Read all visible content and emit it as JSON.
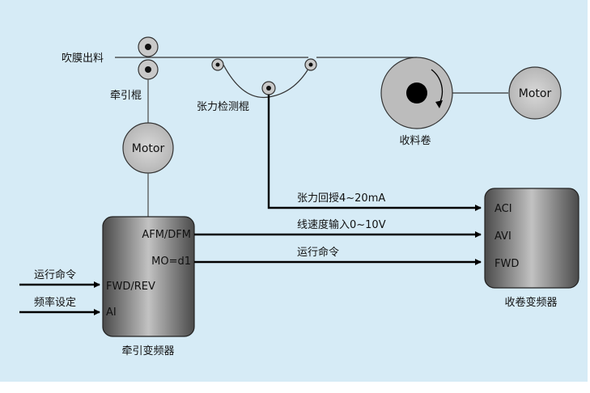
{
  "labels": {
    "blown_film_output": "吹膜出料",
    "traction_roller": "牵引棍",
    "tension_roller": "张力检测棍",
    "winding_roll": "收料卷",
    "motor_left": "Motor",
    "motor_right": "Motor",
    "traction_inverter": "牵引变频器",
    "winding_inverter": "收卷变频器"
  },
  "traction_inverter_ports": {
    "afm_dfm": "AFM/DFM",
    "mo_d1": "MO=d1",
    "fwd_rev": "FWD/REV",
    "ai": "AI"
  },
  "winding_inverter_ports": {
    "aci": "ACI",
    "avi": "AVI",
    "fwd": "FWD"
  },
  "signals": {
    "tension_feedback": "张力回授4~20mA",
    "line_speed_input": "线速度输入0~10V",
    "run_command_out": "运行命令",
    "run_command_in": "运行命令",
    "freq_setting": "频率设定"
  },
  "colors": {
    "background": "#d6ebf6",
    "box_gradient_light": "#bdbdbd",
    "box_gradient_dark": "#4a4a4a",
    "roller": "#c8c8c8",
    "line": "#000000"
  }
}
